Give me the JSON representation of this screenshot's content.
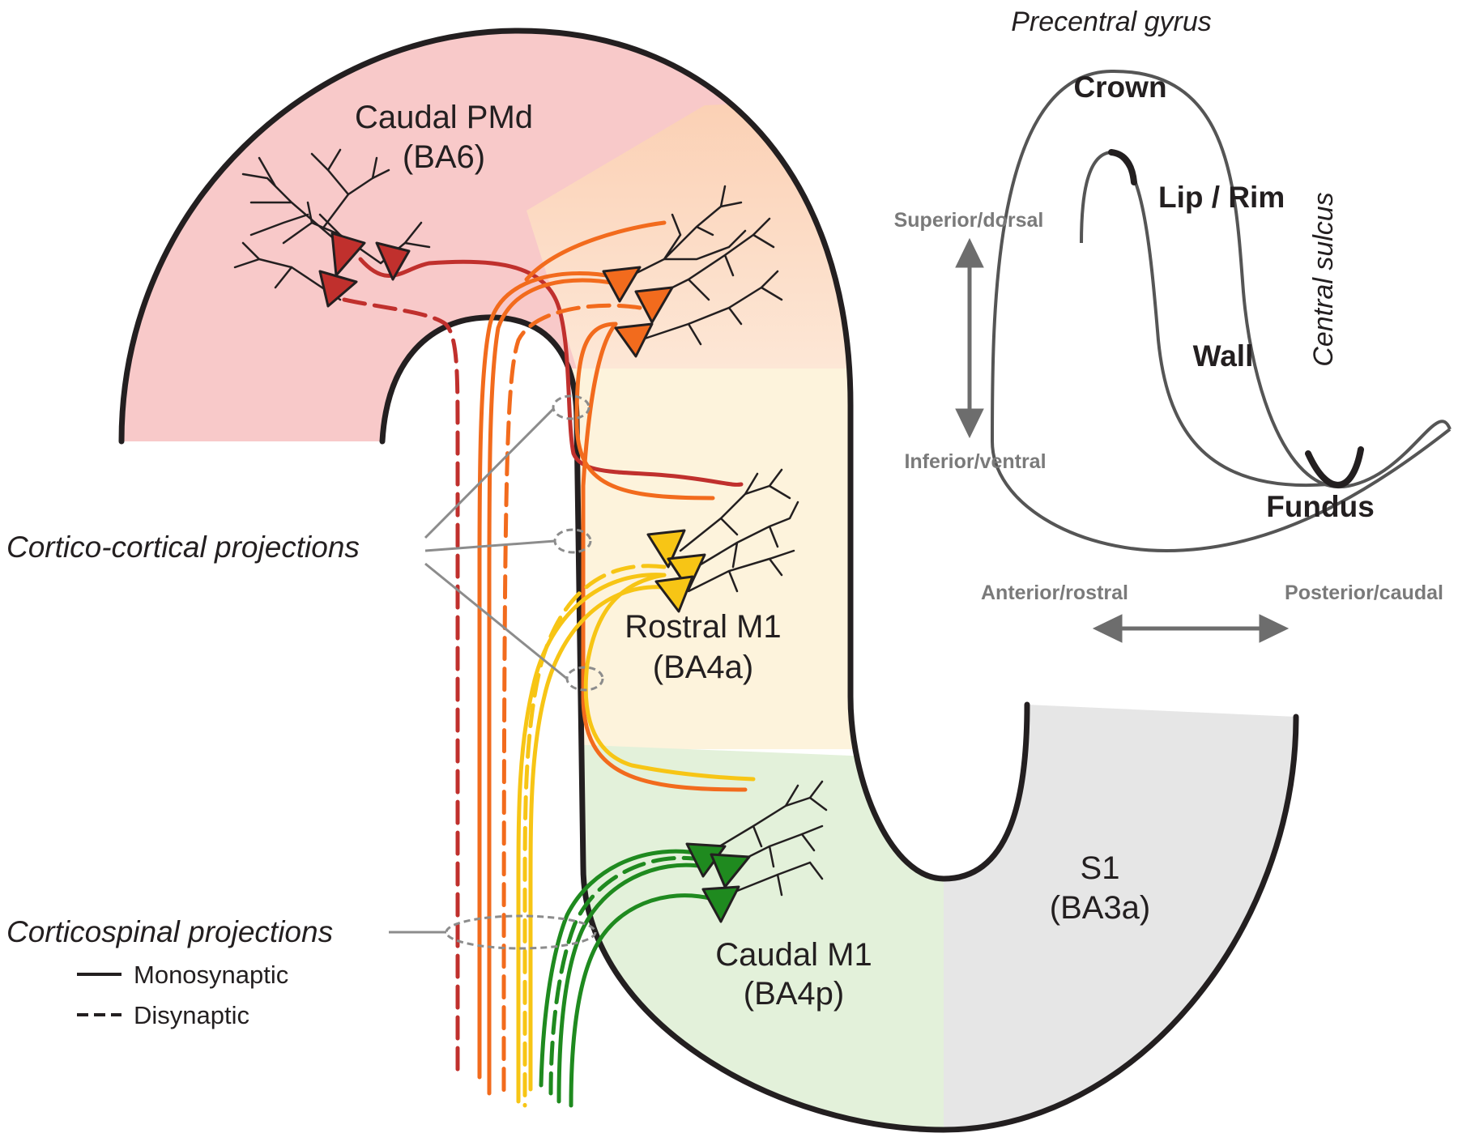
{
  "regions": {
    "caudal_pmd": {
      "name": "Caudal PMd",
      "area": "(BA6)",
      "color": "#f8c9c9"
    },
    "rostral_m1": {
      "name": "Rostral M1",
      "area": "(BA4a)",
      "color": "#fdf3dc"
    },
    "caudal_m1": {
      "name": "Caudal M1",
      "area": "(BA4p)",
      "color": "#e3f1da"
    },
    "s1": {
      "name": "S1",
      "area": "(BA3a)",
      "color": "#e6e6e6"
    }
  },
  "projections": {
    "cortico_cortical": "Cortico-cortical projections",
    "corticospinal": "Corticospinal projections"
  },
  "legend": {
    "mono": "Monosynaptic",
    "di": "Disynaptic"
  },
  "inset": {
    "title": "Precentral gyrus",
    "crown": "Crown",
    "lip": "Lip / Rim",
    "wall": "Wall",
    "fundus": "Fundus",
    "sulcus": "Central sulcus"
  },
  "axes": {
    "superior": "Superior/dorsal",
    "inferior": "Inferior/ventral",
    "anterior": "Anterior/rostral",
    "posterior": "Posterior/caudal"
  },
  "colors": {
    "red": "#c0302d",
    "orange": "#f26b1d",
    "yellow": "#f7c515",
    "green": "#1f8a1f",
    "outline": "#231f20",
    "guide": "#8c8c8c"
  }
}
